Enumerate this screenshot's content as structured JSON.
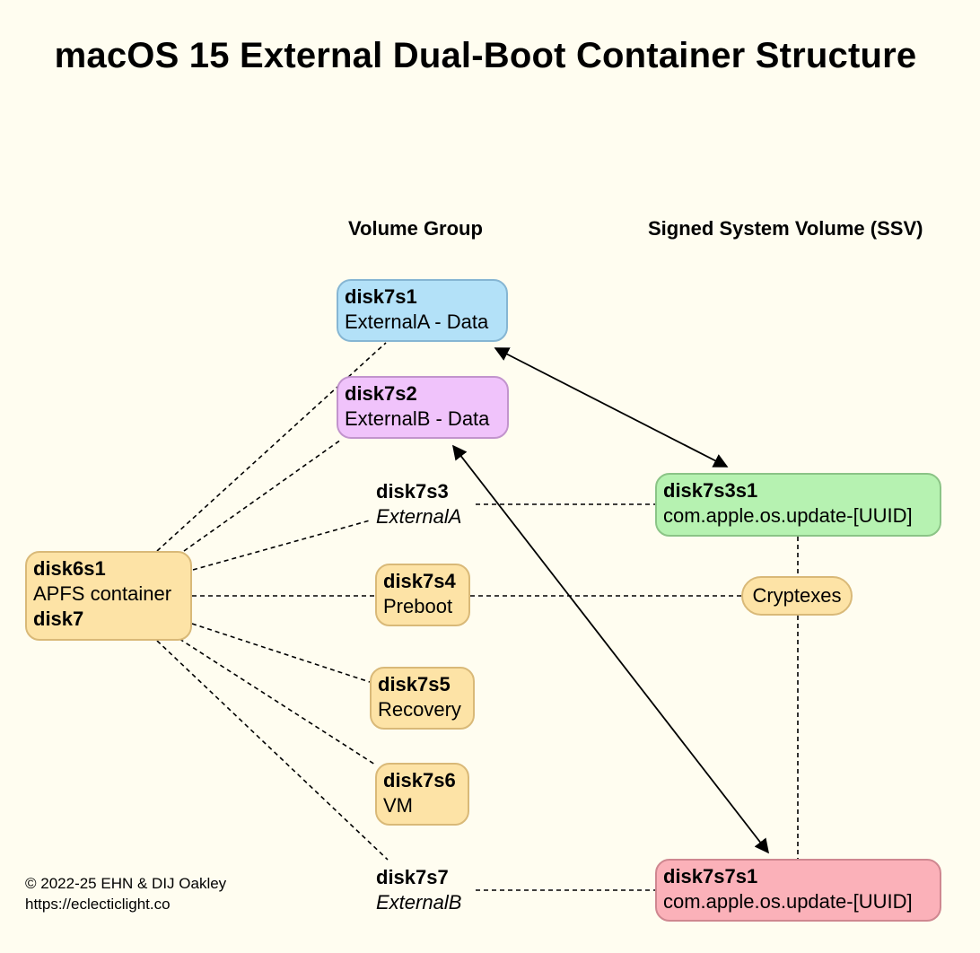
{
  "title": "macOS 15 External Dual-Boot Container Structure",
  "headers": {
    "volume_group": "Volume Group",
    "ssv": "Signed System Volume (SSV)"
  },
  "container": {
    "id": "disk6s1",
    "label": "APFS container",
    "disk": "disk7"
  },
  "volumes": {
    "data_a": {
      "id": "disk7s1",
      "label": "ExternalA - Data"
    },
    "data_b": {
      "id": "disk7s2",
      "label": "ExternalB - Data"
    },
    "system_a": {
      "id": "disk7s3",
      "label": "ExternalA"
    },
    "preboot": {
      "id": "disk7s4",
      "label": "Preboot"
    },
    "recovery": {
      "id": "disk7s5",
      "label": "Recovery"
    },
    "vm": {
      "id": "disk7s6",
      "label": "VM"
    },
    "system_b": {
      "id": "disk7s7",
      "label": "ExternalB"
    }
  },
  "snapshots": {
    "ssv_a": {
      "id": "disk7s3s1",
      "label": "com.apple.os.update-[UUID]"
    },
    "ssv_b": {
      "id": "disk7s7s1",
      "label": "com.apple.os.update-[UUID]"
    }
  },
  "cryptexes": "Cryptexes",
  "credit": {
    "line1": "© 2022-25 EHN & DIJ Oakley",
    "line2": "https://eclecticlight.co"
  },
  "colors": {
    "background": "#fffdf0",
    "container": "#fde3a6",
    "data_a": "#b3e1f8",
    "data_b": "#f0c3fb",
    "ssv_a": "#b6f2b1",
    "ssv_b": "#fbb1b9"
  }
}
